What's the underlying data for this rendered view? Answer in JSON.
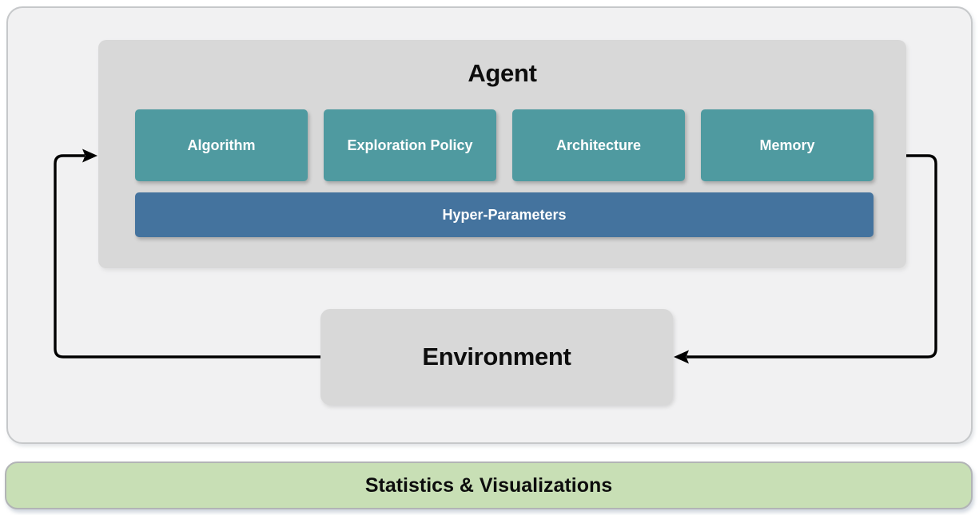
{
  "diagram": {
    "agent": {
      "title": "Agent",
      "components": [
        {
          "label": "Algorithm"
        },
        {
          "label": "Exploration Policy"
        },
        {
          "label": "Architecture"
        },
        {
          "label": "Memory"
        }
      ],
      "hyper_parameters": {
        "label": "Hyper-Parameters"
      }
    },
    "environment": {
      "title": "Environment"
    },
    "footer": {
      "label": "Statistics & Visualizations"
    },
    "colors": {
      "teal_box": "#4f9aa0",
      "blue_bar": "#44739e",
      "gray_panel": "#d8d8d8",
      "outer_panel": "#f1f1f2",
      "outer_border": "#c6c8ca",
      "green_bar": "#c8dfb5",
      "green_border": "#b2b4b6",
      "box_text": "#ffffff",
      "arrow": "#000000"
    }
  }
}
